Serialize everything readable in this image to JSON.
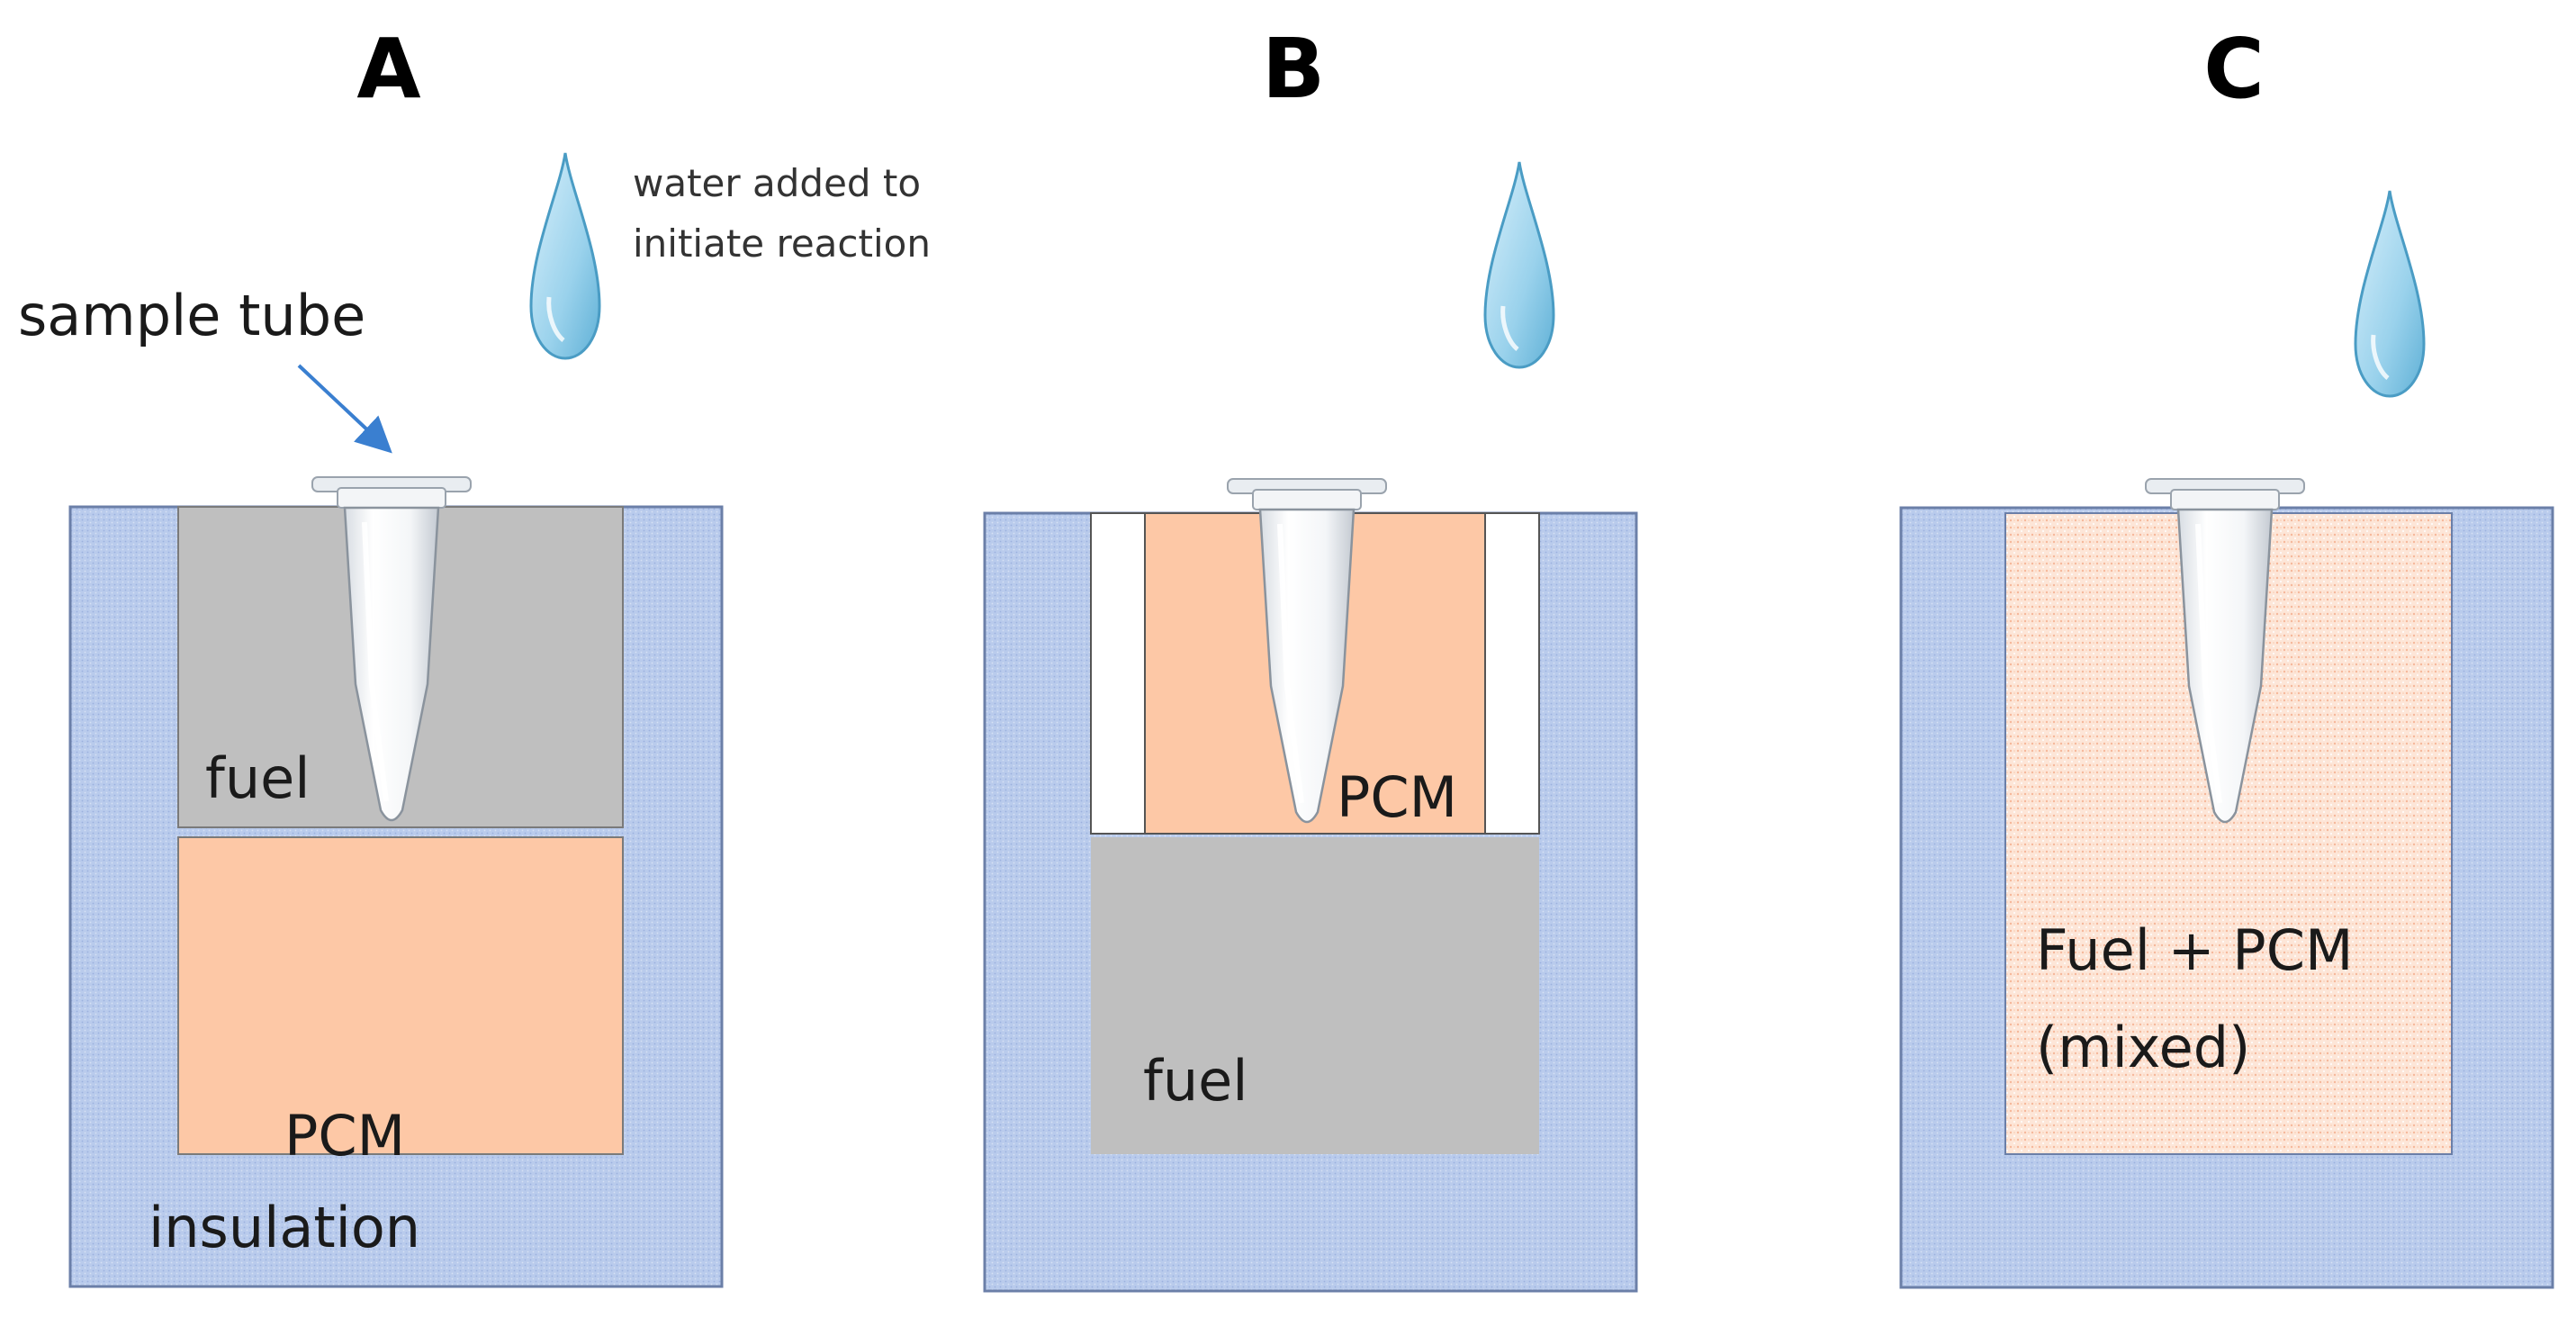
{
  "panels": [
    {
      "letter": "A"
    },
    {
      "letter": "B"
    },
    {
      "letter": "C"
    }
  ],
  "labels": {
    "sample_tube": "sample tube",
    "water_line1": "water added to",
    "water_line2": "initiate reaction",
    "a_fuel": "fuel",
    "a_pcm": "PCM",
    "a_insulation": "insulation",
    "b_pcm": "PCM",
    "b_fuel": "fuel",
    "c_line1": "Fuel + PCM",
    "c_line2": "(mixed)"
  },
  "colors": {
    "insulation": "#b6c8ea",
    "insulation_border": "#6b7fa8",
    "fuel": "#bfbfbf",
    "pcm": "#fdc8a6",
    "mixed": "#fbe3d6",
    "water": "#8fcbe6",
    "arrow": "#3a7fd0"
  }
}
